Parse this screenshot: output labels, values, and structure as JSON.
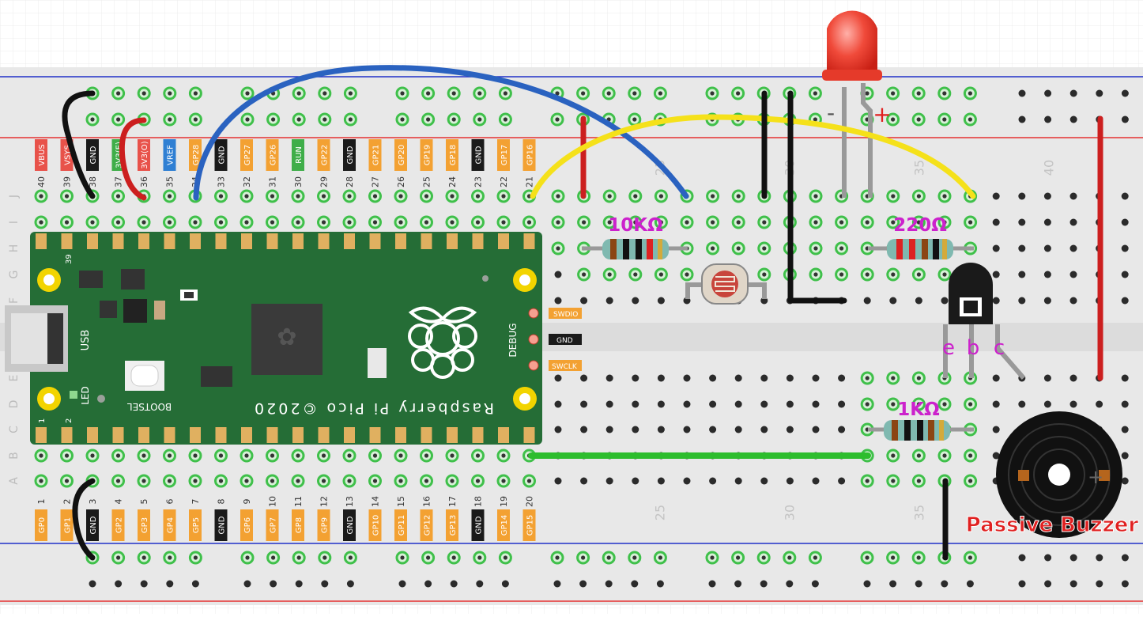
{
  "top_pins": [
    {
      "num": "40",
      "label": "VBUS",
      "color": "#e8524a"
    },
    {
      "num": "39",
      "label": "VSYS",
      "color": "#e8524a"
    },
    {
      "num": "38",
      "label": "GND",
      "color": "#1a1a1a"
    },
    {
      "num": "37",
      "label": "3V3(E)",
      "color": "#3fae49"
    },
    {
      "num": "36",
      "label": "3V3(O)",
      "color": "#e8524a"
    },
    {
      "num": "35",
      "label": "VREF",
      "color": "#2f7fd3"
    },
    {
      "num": "34",
      "label": "GP28",
      "color": "#f3a132"
    },
    {
      "num": "33",
      "label": "GND",
      "color": "#1a1a1a"
    },
    {
      "num": "32",
      "label": "GP27",
      "color": "#f3a132"
    },
    {
      "num": "31",
      "label": "GP26",
      "color": "#f3a132"
    },
    {
      "num": "30",
      "label": "RUN",
      "color": "#3fae49"
    },
    {
      "num": "29",
      "label": "GP22",
      "color": "#f3a132"
    },
    {
      "num": "28",
      "label": "GND",
      "color": "#1a1a1a"
    },
    {
      "num": "27",
      "label": "GP21",
      "color": "#f3a132"
    },
    {
      "num": "26",
      "label": "GP20",
      "color": "#f3a132"
    },
    {
      "num": "25",
      "label": "GP19",
      "color": "#f3a132"
    },
    {
      "num": "24",
      "label": "GP18",
      "color": "#f3a132"
    },
    {
      "num": "23",
      "label": "GND",
      "color": "#1a1a1a"
    },
    {
      "num": "22",
      "label": "GP17",
      "color": "#f3a132"
    },
    {
      "num": "21",
      "label": "GP16",
      "color": "#f3a132"
    }
  ],
  "bottom_pins": [
    {
      "num": "1",
      "label": "GP0",
      "color": "#f3a132"
    },
    {
      "num": "2",
      "label": "GP1",
      "color": "#f3a132"
    },
    {
      "num": "3",
      "label": "GND",
      "color": "#1a1a1a"
    },
    {
      "num": "4",
      "label": "GP2",
      "color": "#f3a132"
    },
    {
      "num": "5",
      "label": "GP3",
      "color": "#f3a132"
    },
    {
      "num": "6",
      "label": "GP4",
      "color": "#f3a132"
    },
    {
      "num": "7",
      "label": "GP5",
      "color": "#f3a132"
    },
    {
      "num": "8",
      "label": "GND",
      "color": "#1a1a1a"
    },
    {
      "num": "9",
      "label": "GP6",
      "color": "#f3a132"
    },
    {
      "num": "10",
      "label": "GP7",
      "color": "#f3a132"
    },
    {
      "num": "11",
      "label": "GP8",
      "color": "#f3a132"
    },
    {
      "num": "12",
      "label": "GP9",
      "color": "#f3a132"
    },
    {
      "num": "13",
      "label": "GND",
      "color": "#1a1a1a"
    },
    {
      "num": "14",
      "label": "GP10",
      "color": "#f3a132"
    },
    {
      "num": "15",
      "label": "GP11",
      "color": "#f3a132"
    },
    {
      "num": "16",
      "label": "GP12",
      "color": "#f3a132"
    },
    {
      "num": "17",
      "label": "GP13",
      "color": "#f3a132"
    },
    {
      "num": "18",
      "label": "GND",
      "color": "#1a1a1a"
    },
    {
      "num": "19",
      "label": "GP14",
      "color": "#f3a132"
    },
    {
      "num": "20",
      "label": "GP15",
      "color": "#f3a132"
    }
  ],
  "row_letters_top": [
    "J",
    "I",
    "H",
    "G",
    "F"
  ],
  "row_letters_bottom": [
    "E",
    "D",
    "C",
    "B",
    "A"
  ],
  "column_numbers": [
    "25",
    "30",
    "35",
    "40"
  ],
  "pico": {
    "brand": "Raspberry Pi Pico ©2020",
    "usb_label": "USB",
    "led_label": "LED",
    "bootsel_label": "BOOTSEL",
    "debug_label": "DEBUG",
    "pin39": "39",
    "pin1": "1",
    "pin2": "2"
  },
  "debug_pins": [
    "SWDIO",
    "GND",
    "SWCLK"
  ],
  "components": {
    "r1": "10KΩ",
    "r2": "220Ω",
    "r3": "1KΩ",
    "led_minus": "-",
    "led_plus": "+",
    "transistor_e": "e",
    "transistor_b": "b",
    "transistor_c": "c",
    "buzzer": "Passive Buzzer",
    "buzzer_symbol": "+"
  },
  "colors": {
    "breadboard": "#e8e8e8",
    "hole_ring": "#3fc04a",
    "pico_board": "#256d36",
    "rail_red": "#e53030",
    "rail_blue": "#2030c8",
    "label_magenta": "#cc22cc",
    "buzzer_text": "#e02020"
  }
}
